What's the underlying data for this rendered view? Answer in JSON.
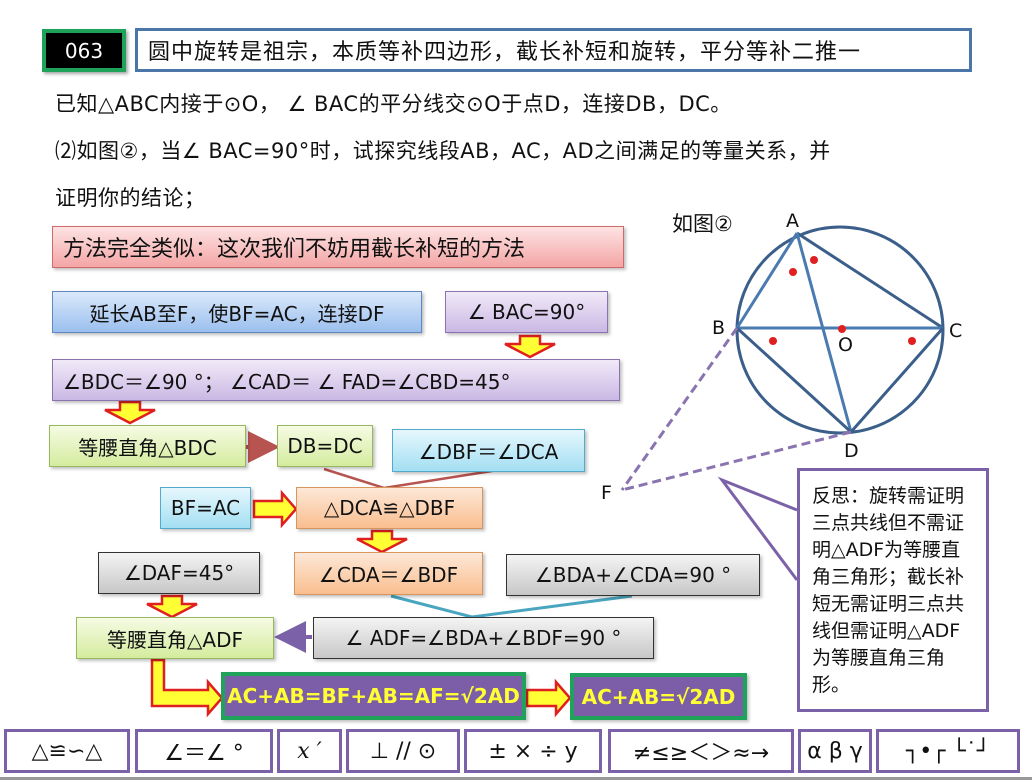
{
  "header": {
    "number": "063",
    "title": "圆中旋转是祖宗，本质等补四边形，截长补短和旋转，平分等补二推一"
  },
  "problem": {
    "line1": "已知△ABC内接于⊙O， ∠ BAC的平分线交⊙O于点D，连接DB，DC。",
    "line2": "⑵如图②，当∠ BAC=90°时，试探究线段AB，AC，AD之间满足的等量关系，并",
    "line3": "证明你的结论；"
  },
  "figure": {
    "caption": "如图②",
    "labels": {
      "A": "A",
      "B": "B",
      "C": "C",
      "D": "D",
      "O": "O",
      "F": "F"
    },
    "colors": {
      "circle": "#3b5f8a",
      "lines": "#4a7bb0",
      "dashed": "#8a74b0",
      "dots": "#e02020"
    }
  },
  "flow": {
    "method_note": "方法完全类似：这次我们不妨用截长补短的方法",
    "step_extend": "延长AB至F，使BF=AC，连接DF",
    "given_bac": "∠ BAC=90°",
    "angles": "∠BDC＝∠90 °； ∠CAD＝ ∠ FAD=∠CBD=45°",
    "iso_bdc": "等腰直角△BDC",
    "db_dc": "DB=DC",
    "dbf_dca": "∠DBF＝∠DCA",
    "bf_ac": "BF=AC",
    "congruent": "△DCA≌△DBF",
    "cda_bdf": "∠CDA＝∠BDF",
    "daf45": "∠DAF=45°",
    "bda_cda": "∠BDA+∠CDA=90 °",
    "iso_adf": "等腰直角△ADF",
    "adf_sum": "∠ ADF=∠BDA+∠BDF=90 °",
    "result1": "AC+AB=BF+AB=AF=√2AD",
    "result2": "AC+AB=√2AD"
  },
  "reflection": {
    "text": "反思：旋转需证明三点共线但不需证明△ADF为等腰直角三角形；截长补短无需证明三点共线但需证明△ADF为等腰直角三角形。"
  },
  "toolbar": {
    "buttons": [
      {
        "label": "△≌∽△"
      },
      {
        "label": "∠＝∠ °"
      },
      {
        "label": "x ′"
      },
      {
        "label": "⊥ // ⊙"
      },
      {
        "label": "± × ÷ y"
      },
      {
        "label": "≠≤≥＜＞≈→"
      },
      {
        "label": "α β γ"
      },
      {
        "label": "┐•┌ └˙┘"
      }
    ]
  }
}
